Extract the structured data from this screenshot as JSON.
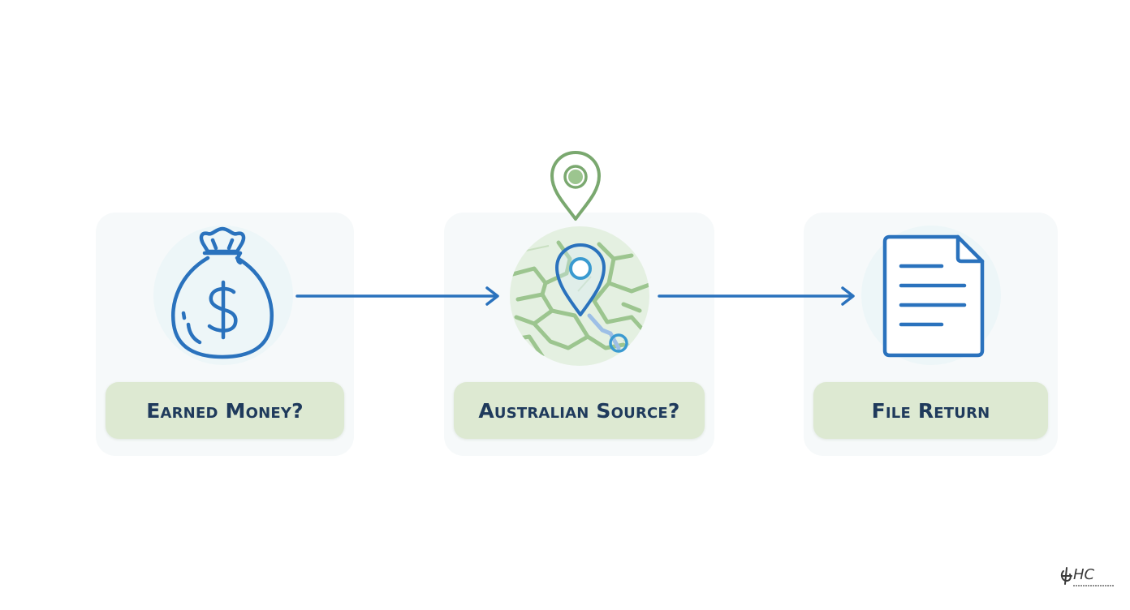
{
  "steps": [
    {
      "label": "Earned Money?",
      "icon": "money-bag-icon"
    },
    {
      "label": "Australian Source?",
      "icon": "map-location-pin-icon"
    },
    {
      "label": "File Return",
      "icon": "document-icon"
    }
  ],
  "logo": {
    "text": "HC"
  },
  "colors": {
    "blue_stroke": "#2a72bd",
    "green_stroke": "#7aa86f",
    "label_bg": "#dde9d2",
    "label_text": "#1f3a5c",
    "arrow": "#2a72bd"
  }
}
